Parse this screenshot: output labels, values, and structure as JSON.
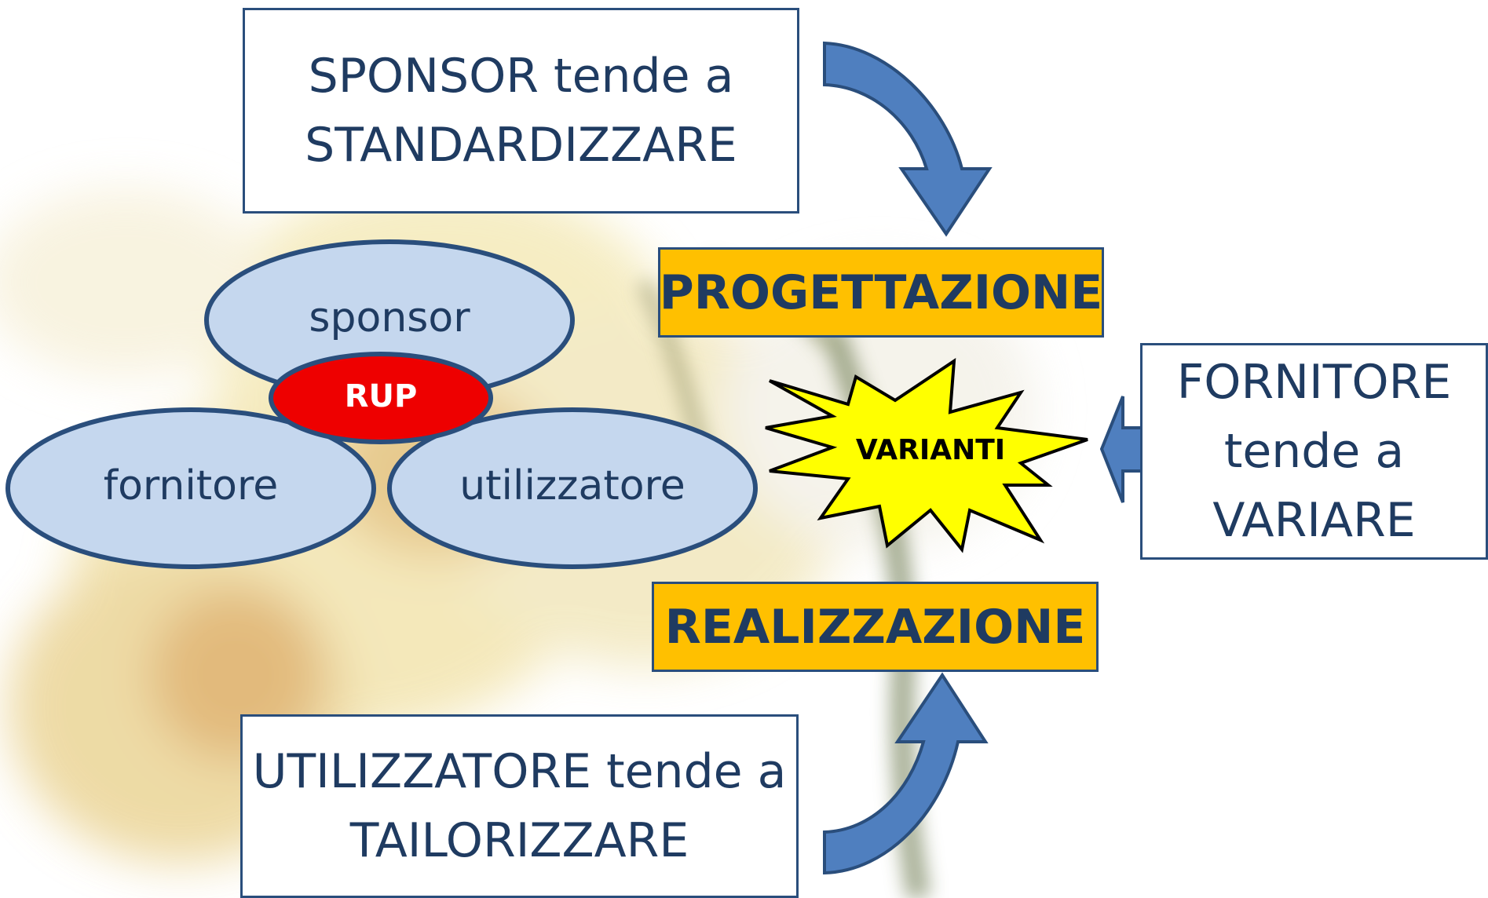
{
  "sponsor_box": {
    "line1": "SPONSOR tende a",
    "line2": "STANDARDIZZARE"
  },
  "utilizzatore_box": {
    "line1": "UTILIZZATORE tende a",
    "line2": "TAILORIZZARE"
  },
  "fornitore_box": {
    "line1": "FORNITORE",
    "line2": "tende a",
    "line3": "VARIARE"
  },
  "phases": {
    "progettazione": "PROGETTAZIONE",
    "realizzazione": "REALIZZAZIONE"
  },
  "varianti": "VARIANTI",
  "actors": {
    "sponsor": "sponsor",
    "fornitore": "fornitore",
    "utilizzatore": "utilizzatore",
    "rup": "RUP"
  },
  "colors": {
    "box_border": "#2a4e7c",
    "text_dark_blue": "#1f3b61",
    "phase_fill": "#ffc000",
    "ellipse_fill": "#c5d7ee",
    "rup_fill": "#ee0000",
    "arrow_fill": "#4f7fbf",
    "star_fill": "#ffff00"
  }
}
